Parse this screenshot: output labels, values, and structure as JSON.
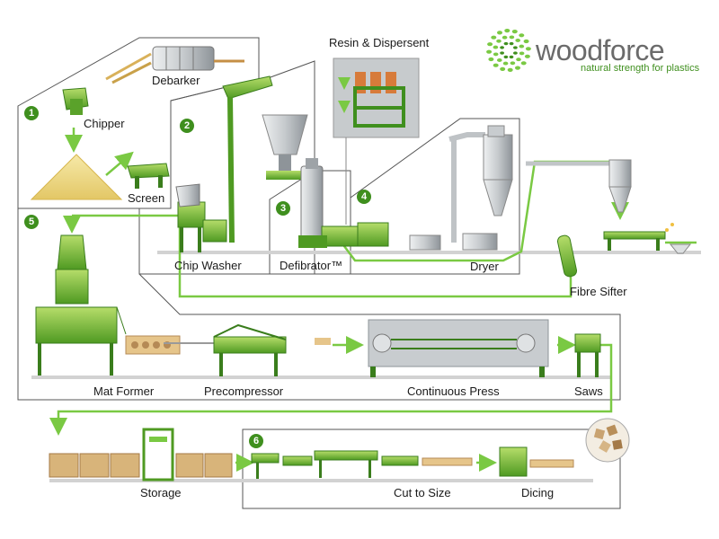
{
  "brand": {
    "name": "woodforce",
    "tagline": "natural strength for plastics",
    "accent_color": "#7ac943",
    "dark_green": "#3f8f1e",
    "text_color": "#6b6b6b"
  },
  "steps": [
    {
      "number": "1"
    },
    {
      "number": "2"
    },
    {
      "number": "3"
    },
    {
      "number": "4"
    },
    {
      "number": "5"
    },
    {
      "number": "6"
    }
  ],
  "labels": {
    "debarker": "Debarker",
    "chipper": "Chipper",
    "screen": "Screen",
    "chip_washer": "Chip Washer",
    "resin": "Resin & Dispersent",
    "defibrator": "Defibrator™",
    "dryer": "Dryer",
    "fibre_sifter": "Fibre Sifter",
    "mat_former": "Mat Former",
    "precompressor": "Precompressor",
    "continuous_press": "Continuous Press",
    "saws": "Saws",
    "storage": "Storage",
    "cut_to_size": "Cut to Size",
    "dicing": "Dicing"
  },
  "colors": {
    "machine_green": "#8cc63f",
    "machine_dark": "#3a7d1c",
    "wood": "#e6c58a",
    "wood_dark": "#b58a55",
    "steel": "#c9ccce",
    "floor": "#d6d6d6"
  }
}
